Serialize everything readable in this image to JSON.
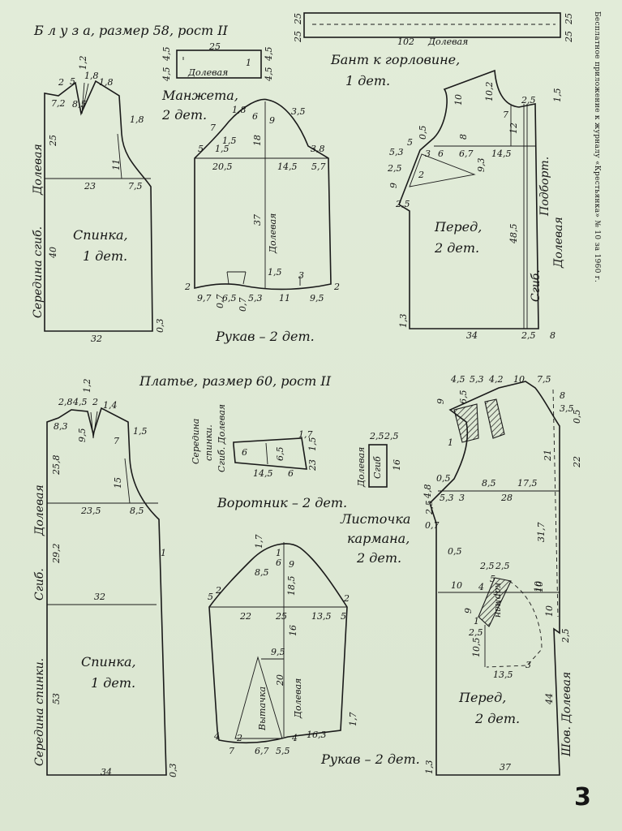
{
  "blouse": {
    "title": "Б л у з а, размер 58, рост II",
    "back_label": "Спинка,",
    "back_count": "1 дет.",
    "back_dims": {
      "hem": "32",
      "chest": "23",
      "chest_side": "7,5",
      "length": "40",
      "armhole": "11",
      "top": "25",
      "shoulder_a": "1,8",
      "neck": "7,2",
      "dart_w": "8,5",
      "dart_top": "1,8",
      "n1": "2",
      "n2": "5",
      "n3": "1,2",
      "n4": "0,3",
      "n5": "1,8"
    },
    "back_vertical_labels": [
      "Середина сгиб.",
      "Долевая"
    ],
    "sleeve_label": "Рукав – 2 дет.",
    "sleeve_dims": {
      "left": "20,5",
      "right": "14,5",
      "cap": "18",
      "length": "37",
      "grain": "Долевая",
      "w1": "1,5",
      "w2": "5",
      "w3": "1,8",
      "w4": "6",
      "w5": "9",
      "w6": "3,5",
      "w7": "5,7",
      "w8": "3,8",
      "b1": "9,7",
      "b2": "0,7",
      "b3": "6,5",
      "b4": "0,7",
      "b5": "5,3",
      "b6": "11",
      "b7": "9,5",
      "b8": "1,5",
      "b9": "3",
      "b10": "2",
      "b11": "2",
      "b12": "7",
      "b13": "1,5"
    },
    "cuff_label": "Манжета,",
    "cuff_count": "2 дет.",
    "cuff_dims": {
      "len": "25",
      "h1": "4,5",
      "h2": "4,5",
      "grain": "Долевая",
      "h3": "4,5",
      "h4": "4,5",
      "mark": "1"
    },
    "bow_label": "Бант к горловине,",
    "bow_count": "1 дет.",
    "bow_dims": {
      "len": "102",
      "grain": "Долевая",
      "h1": "25",
      "h2": "25",
      "h3": "25",
      "h4": "25"
    },
    "front_label": "Перед,",
    "front_count": "2 дет.",
    "front_dims": {
      "hem": "34",
      "h2": "2,5",
      "h3": "8",
      "len": "48,5",
      "chest": "14,5",
      "w1": "5,3",
      "w2": "3",
      "w3": "6",
      "w4": "6,7",
      "w5": "9,3",
      "side": "1,3",
      "n1": "10",
      "n2": "10,2",
      "n3": "2,5",
      "n4": "1,5",
      "n5": "7",
      "n6": "12",
      "n7": "8",
      "n8": "0,5",
      "n9": "5",
      "n10": "2,5",
      "n11": "9",
      "n12": "2,5",
      "n13": "2"
    },
    "front_vertical": [
      "Сгиб.",
      "Подборт.",
      "Долевая"
    ]
  },
  "dress": {
    "title": "Платье, размер 60, рост II",
    "back_label": "Спинка,",
    "back_count": "1 дет.",
    "back_dims": {
      "hem": "34",
      "chest": "23,5",
      "chest_side": "8,5",
      "waist": "32",
      "len": "53",
      "d1": "25,8",
      "d2": "29,2",
      "d3": "15",
      "d4": "7",
      "d5": "9,5",
      "top1": "2,8",
      "top2": "4,5",
      "top3": "2",
      "top4": "1,4",
      "top5": "1,2",
      "sh": "1,5",
      "neck": "8,3",
      "side": "1",
      "hem_r": "0,3"
    },
    "back_vertical": [
      "Середина спинки.",
      "Сгиб.",
      "Долевая"
    ],
    "collar_label": "Воротник – 2 дет.",
    "collar_dims": {
      "len": "14,5",
      "w1": "6",
      "w2": "6,5",
      "w3": "23",
      "w4": "1,5",
      "w5": "1,7",
      "w6": "6"
    },
    "collar_vertical": [
      "Середина",
      "спинки.",
      "Сгиб. Долевая"
    ],
    "pocket_label": "Листочка",
    "pocket_label2": "кармана,",
    "pocket_count": "2 дет.",
    "pocket_dims": {
      "a": "2,5",
      "b": "2,5",
      "c": "16",
      "grain": "Долевая",
      "d": "Сгиб"
    },
    "sleeve_label": "Рукав – 2 дет.",
    "sleeve_dims": {
      "l1": "22",
      "l2": "25",
      "l3": "13,5",
      "l4": "5",
      "l5": "2",
      "cap": "18,5",
      "d1": "8,5",
      "d2": "6",
      "d3": "9",
      "d4": "1,7",
      "d5": "1",
      "len": "16",
      "dart": "9,5",
      "dart_h": "20",
      "dart_label": "Вытачка",
      "grain": "Долевая",
      "b1": "7",
      "b2": "6,7",
      "b3": "5,5",
      "b4": "16,3",
      "b5": "4",
      "b6": "4",
      "b7": "2",
      "b8": "1,7",
      "b9": "5",
      "b10": "2"
    },
    "front_label": "Перед,",
    "front_count": "2 дет.",
    "front_dims": {
      "hem": "37",
      "len": "44",
      "t1": "4,5",
      "t2": "5,3",
      "t3": "4,2",
      "t4": "10",
      "t5": "7,5",
      "t6": "8",
      "t7": "3,5",
      "t8": "0,5",
      "s1": "8,5",
      "s2": "17,5",
      "s3": "28",
      "s4": "5,3",
      "s5": "3",
      "s6": "31,7",
      "s7": "10",
      "s8": "21",
      "s9": "22",
      "p1": "2,5",
      "p2": "2,5",
      "p3": "10",
      "p4": "4",
      "p5": "5",
      "p6": "9",
      "p7": "10",
      "p8": "10",
      "p9": "13,5",
      "p10": "10,5",
      "p11": "2,5",
      "p12": "1",
      "p13": "3",
      "l1": "2,5",
      "l2": "4,8",
      "l3": "0,7",
      "l4": "0,5",
      "l5": "1",
      "l6": "9",
      "l7": "6,5",
      "l8": "0,5",
      "l9": "1,3",
      "l10": "2,5",
      "pocket": "карман"
    },
    "front_vertical": "Шов. Долевая"
  },
  "side_note": "Бесплатное приложение к журналу «Крестьянка» № 10 за 1960 г.",
  "page_number": "3"
}
